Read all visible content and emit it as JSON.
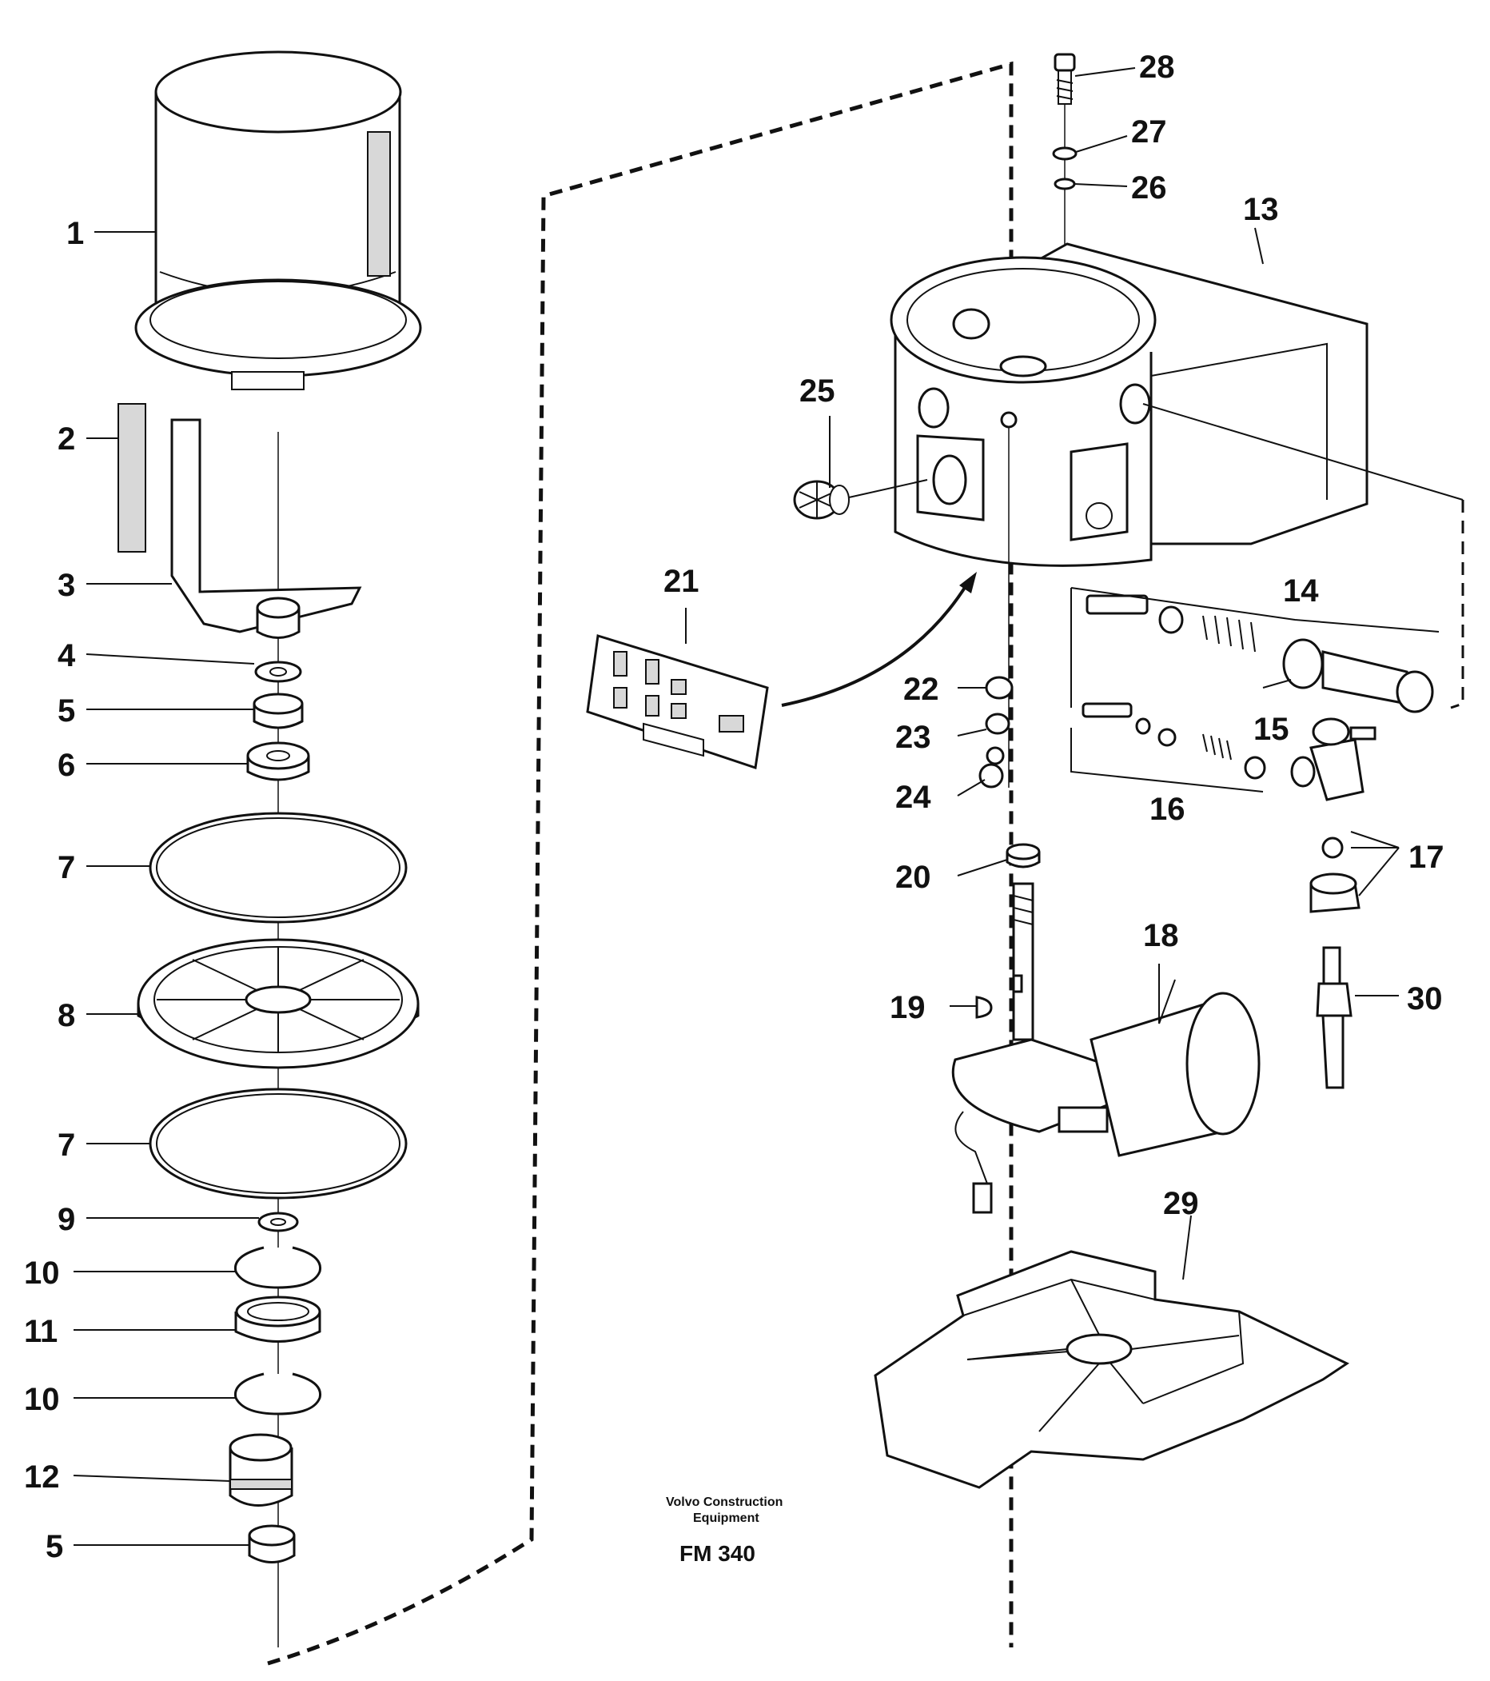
{
  "callouts": {
    "c1": "1",
    "c2": "2",
    "c3": "3",
    "c4": "4",
    "c5a": "5",
    "c6": "6",
    "c7a": "7",
    "c8": "8",
    "c7b": "7",
    "c9": "9",
    "c10a": "10",
    "c11": "11",
    "c10b": "10",
    "c12": "12",
    "c5b": "5",
    "c13": "13",
    "c14": "14",
    "c15": "15",
    "c16": "16",
    "c17": "17",
    "c18": "18",
    "c19": "19",
    "c20": "20",
    "c21": "21",
    "c22": "22",
    "c23": "23",
    "c24": "24",
    "c25": "25",
    "c26": "26",
    "c27": "27",
    "c28": "28",
    "c29": "29",
    "c30": "30"
  },
  "credit": {
    "line1": "Volvo Construction",
    "line2": "Equipment",
    "code": "FM 340"
  }
}
